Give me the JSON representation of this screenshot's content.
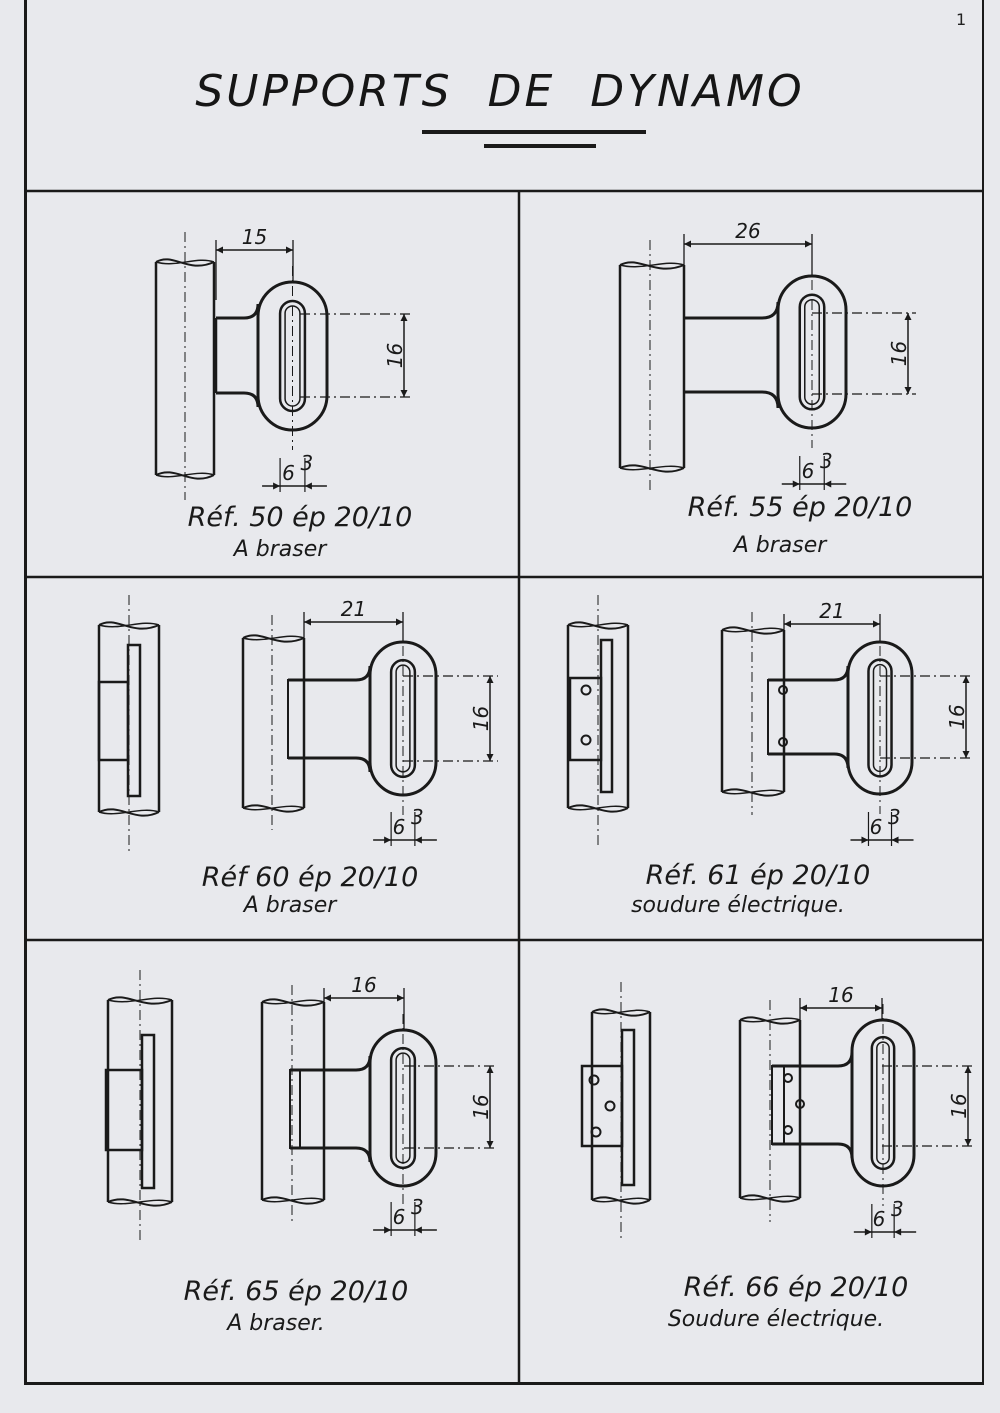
{
  "page": {
    "title": "SUPPORTS DE DYNAMO",
    "number": "1"
  },
  "panels": [
    {
      "ref": "Réf. 50",
      "thickness": "ép 20/10",
      "method": "A braser",
      "dims": {
        "offset": "15",
        "slot": "16",
        "width": "6",
        "width_sup": "3"
      }
    },
    {
      "ref": "Réf. 55",
      "thickness": "ép 20/10",
      "method": "A braser",
      "dims": {
        "offset": "26",
        "slot": "16",
        "width": "6",
        "width_sup": "3"
      }
    },
    {
      "ref": "Réf 60",
      "thickness": "ép 20/10",
      "method": "A braser",
      "dims": {
        "offset": "21",
        "slot": "16",
        "width": "6",
        "width_sup": "3"
      }
    },
    {
      "ref": "Réf. 61",
      "thickness": "ép 20/10",
      "method": "soudure électrique.",
      "dims": {
        "offset": "21",
        "slot": "16",
        "width": "6",
        "width_sup": "3"
      }
    },
    {
      "ref": "Réf. 65",
      "thickness": "ép 20/10",
      "method": "A braser.",
      "dims": {
        "offset": "16",
        "slot": "16",
        "width": "6",
        "width_sup": "3"
      }
    },
    {
      "ref": "Réf. 66",
      "thickness": "ép 20/10",
      "method": "Soudure électrique.",
      "dims": {
        "offset": "16",
        "slot": "16",
        "width": "6",
        "width_sup": "3"
      }
    }
  ],
  "colors": {
    "ink": "#1a1a1a",
    "paper": "#e8e9ed"
  }
}
